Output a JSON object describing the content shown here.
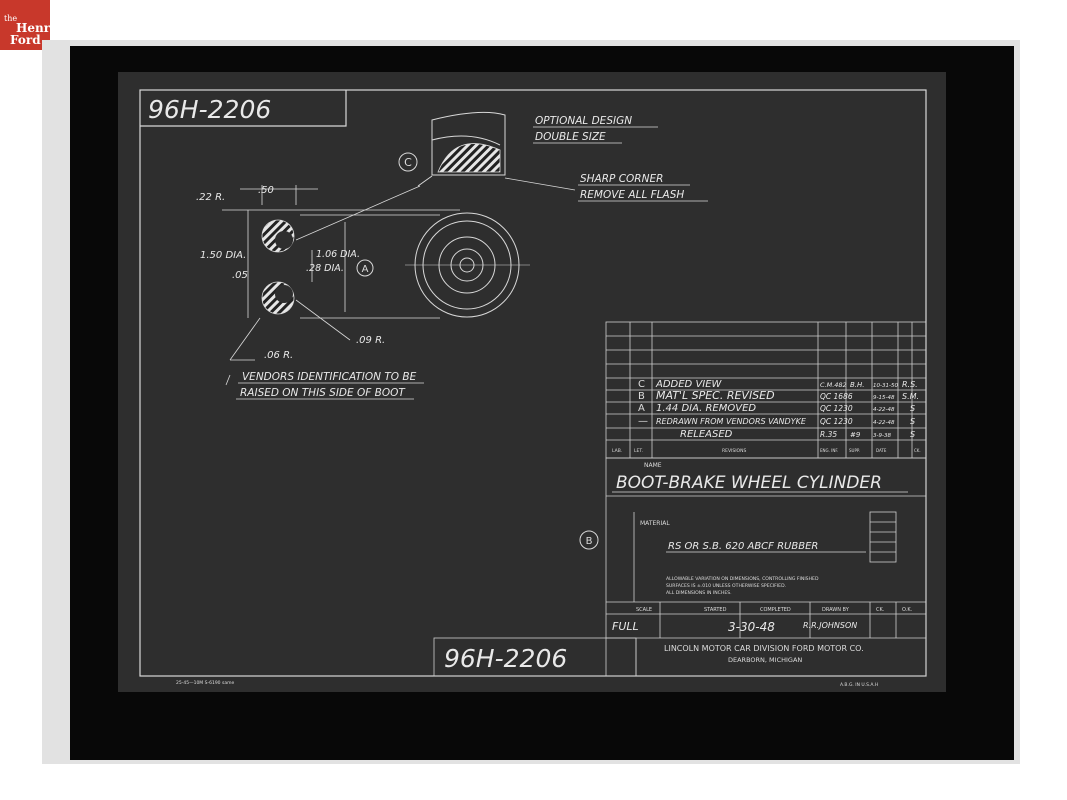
{
  "logo": {
    "the": "the",
    "henry": "Henry",
    "ford": "Ford"
  },
  "drawing": {
    "number_top": "96H-2206",
    "number_bottom": "96H-2206",
    "note_optional_line1": "OPTIONAL DESIGN",
    "note_optional_line2": "DOUBLE SIZE",
    "note_sharp_line1": "SHARP CORNER",
    "note_sharp_line2": "REMOVE ALL FLASH",
    "callout_c": "C",
    "callout_a": "A",
    "callout_b": "B",
    "dim_50": ".50",
    "dim_22r": ".22 R.",
    "dim_150dia": "1.50 DIA.",
    "dim_05": ".05",
    "dim_106dia": "1.06 DIA.",
    "dim_28dia": ".28 DIA.",
    "dim_09r": ".09 R.",
    "dim_06r": ".06 R.",
    "note_vendor_line1": "VENDORS IDENTIFICATION TO BE",
    "note_vendor_line2": "RAISED ON THIS SIDE OF BOOT",
    "bottom_small_left": "25-45—10M  S-6190 same",
    "bottom_small_right": "A.B.G. IN U.S.A.H"
  },
  "revisions": {
    "rows": [
      {
        "letter": "C",
        "text": "ADDED VIEW",
        "ref": "C.M.482",
        "init": "B.H.",
        "date": "10-31-50",
        "by": "R.S."
      },
      {
        "letter": "B",
        "text": "MAT'L SPEC. REVISED",
        "ref": "QC 1686",
        "init": "",
        "date": "9-15-48",
        "by": "S.M."
      },
      {
        "letter": "A",
        "text": "1.44 DIA. REMOVED",
        "ref": "QC 1230",
        "init": "",
        "date": "4-22-48",
        "by": "S"
      },
      {
        "letter": "—",
        "text": "REDRAWN FROM VENDORS VANDYKE",
        "ref": "QC 1230",
        "init": "",
        "date": "4-22-48",
        "by": "S"
      },
      {
        "letter": "",
        "text": "RELEASED",
        "ref": "R.35",
        "init": "#9",
        "date": "3-9-38",
        "by": "S"
      }
    ],
    "headers": {
      "lab": "LAB.",
      "let": "LET.",
      "revisions": "REVISIONS",
      "eng": "ENG. INF.",
      "supp": "SUPP.",
      "date": "DATE",
      "ck": "CK."
    }
  },
  "title_block": {
    "name_label": "NAME",
    "name": "BOOT-BRAKE WHEEL CYLINDER",
    "material_label": "MATERIAL",
    "material": "RS OR S.B. 620 ABCF RUBBER",
    "tolerance_line1": "ALLOWABLE VARIATION ON DIMENSIONS, CONTROLLING FINISHED",
    "tolerance_line2": "SURFACES IS ±.010 UNLESS OTHERWISE SPECIFIED.",
    "tolerance_line3": "ALL DIMENSIONS IN INCHES.",
    "scale_label": "SCALE",
    "scale": "FULL",
    "started_label": "STARTED",
    "completed_label": "COMPLETED",
    "completed": "3-30-48",
    "drawn_label": "DRAWN BY",
    "drawn": "R.R.JOHNSON",
    "ck_label": "CK.",
    "ok_label": "O.K.",
    "company_line1": "LINCOLN MOTOR CAR DIVISION  FORD MOTOR CO.",
    "company_line2": "DEARBORN, MICHIGAN"
  }
}
